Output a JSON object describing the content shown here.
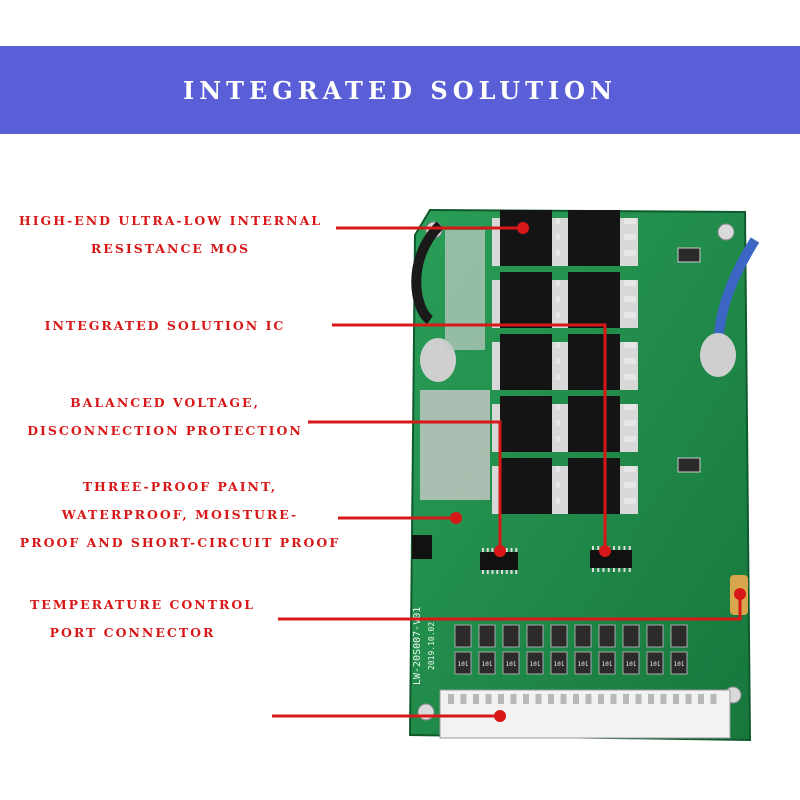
{
  "header": {
    "title": "INTEGRATED SOLUTION"
  },
  "labels": {
    "mos": [
      "HIGH-END ULTRA-LOW INTERNAL",
      "RESISTANCE MOS"
    ],
    "ic": [
      "INTEGRATED SOLUTION IC"
    ],
    "balanced": [
      "BALANCED VOLTAGE,",
      "DISCONNECTION PROTECTION"
    ],
    "paint": [
      "THREE-PROOF PAINT,",
      "WATERPROOF, MOISTURE-",
      "PROOF AND SHORT-CIRCUIT PROOF"
    ],
    "temp": [
      "TEMPERATURE CONTROL",
      "PORT CONNECTOR"
    ]
  },
  "board": {
    "silkscreen_code": "LW-20S007-V01",
    "date": "2019.10.02",
    "resistor_code": "101"
  },
  "colors": {
    "banner": "#5b5fd7",
    "callout": "#d81818",
    "pcb": "#1f8f4a"
  }
}
